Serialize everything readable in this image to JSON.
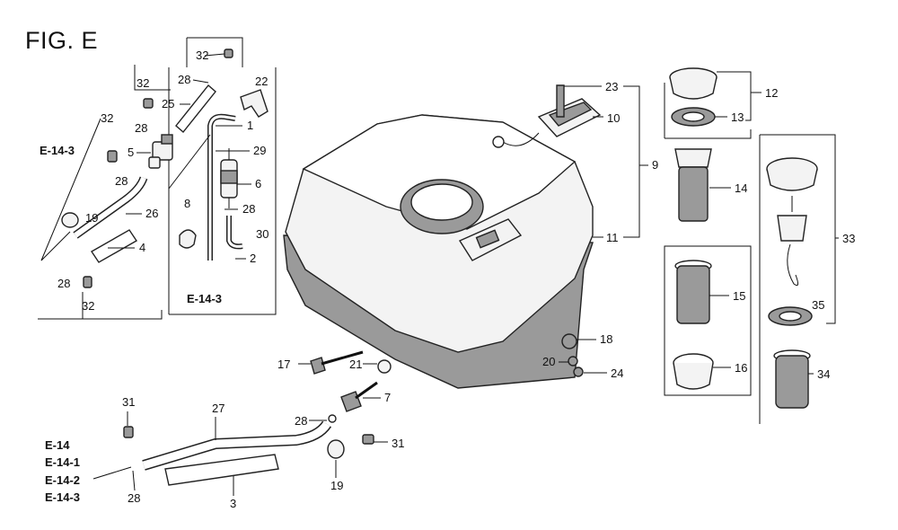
{
  "figure": {
    "title": "FIG. E"
  },
  "callouts": {
    "p1": "1",
    "p2": "2",
    "p3": "3",
    "p4": "4",
    "p5": "5",
    "p6": "6",
    "p7": "7",
    "p8": "8",
    "p9": "9",
    "p10": "10",
    "p11": "11",
    "p12": "12",
    "p13": "13",
    "p14": "14",
    "p15": "15",
    "p16": "16",
    "p17": "17",
    "p18": "18",
    "p19a": "19",
    "p19b": "19",
    "p20": "20",
    "p21": "21",
    "p22": "22",
    "p23": "23",
    "p24": "24",
    "p25": "25",
    "p26": "26",
    "p27": "27",
    "p28a": "28",
    "p28b": "28",
    "p28c": "28",
    "p28d": "28",
    "p28e": "28",
    "p28f": "28",
    "p29": "29",
    "p30": "30",
    "p31a": "31",
    "p31b": "31",
    "p32a": "32",
    "p32b": "32",
    "p32c": "32",
    "p32d": "32",
    "p33": "33",
    "p34": "34",
    "p35": "35"
  },
  "references": {
    "r1": "E-14-3",
    "r2": "E-14-3",
    "r3": "E-14",
    "r4": "E-14-1",
    "r5": "E-14-2",
    "r6": "E-14-3"
  }
}
